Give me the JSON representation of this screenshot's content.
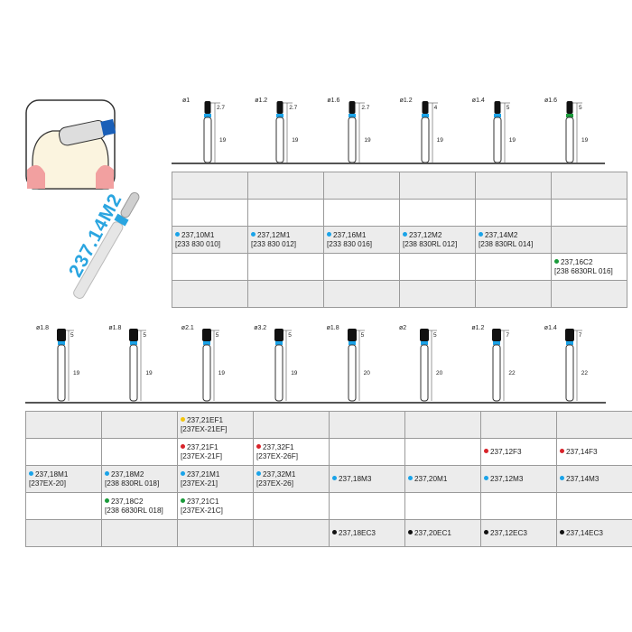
{
  "product_label": "237.14M2",
  "colors": {
    "blue": "#1aa3e8",
    "green": "#1a9a3a",
    "red": "#d8232a",
    "black": "#111111",
    "yellow": "#f2c40f",
    "grid": "#9a9a9a",
    "shade": "#ececec"
  },
  "top_burs": [
    {
      "diam": "ø1",
      "head": "2.7",
      "len": "19",
      "band": "blue"
    },
    {
      "diam": "ø1.2",
      "head": "2.7",
      "len": "19",
      "band": "blue"
    },
    {
      "diam": "ø1.6",
      "head": "2.7",
      "len": "19",
      "band": "blue"
    },
    {
      "diam": "ø1.2",
      "head": "4",
      "len": "19",
      "band": "blue"
    },
    {
      "diam": "ø1.4",
      "head": "5",
      "len": "19",
      "band": "blue"
    },
    {
      "diam": "ø1.6",
      "head": "5",
      "len": "19",
      "band": "green"
    }
  ],
  "top_table": [
    [
      null,
      null,
      null,
      null,
      null,
      null
    ],
    [
      null,
      null,
      null,
      null,
      null,
      null
    ],
    [
      {
        "code": "237,10M1",
        "ref": "[233 830 010]",
        "dot": "blue"
      },
      {
        "code": "237,12M1",
        "ref": "[233 830 012]",
        "dot": "blue"
      },
      {
        "code": "237,16M1",
        "ref": "[233 830 016]",
        "dot": "blue"
      },
      {
        "code": "237,12M2",
        "ref": "[238 830RL 012]",
        "dot": "blue"
      },
      {
        "code": "237,14M2",
        "ref": "[238 830RL 014]",
        "dot": "blue"
      },
      null
    ],
    [
      null,
      null,
      null,
      null,
      null,
      {
        "code": "237,16C2",
        "ref": "[238 6830RL 016]",
        "dot": "green"
      }
    ],
    [
      null,
      null,
      null,
      null,
      null,
      null
    ]
  ],
  "bottom_burs": [
    {
      "diam": "ø1.8",
      "head": "5",
      "len": "19",
      "band": "blue"
    },
    {
      "diam": "ø1.8",
      "head": "5",
      "len": "19",
      "band": "blue"
    },
    {
      "diam": "ø2.1",
      "head": "5",
      "len": "19",
      "band": "blue"
    },
    {
      "diam": "ø3.2",
      "head": "5",
      "len": "19",
      "band": "blue"
    },
    {
      "diam": "ø1.8",
      "head": "5",
      "len": "20",
      "band": "blue"
    },
    {
      "diam": "ø2",
      "head": "5",
      "len": "20",
      "band": "blue"
    },
    {
      "diam": "ø1.2",
      "head": "7",
      "len": "22",
      "band": "blue"
    },
    {
      "diam": "ø1.4",
      "head": "7",
      "len": "22",
      "band": "blue"
    }
  ],
  "bottom_table": [
    [
      null,
      null,
      {
        "code": "237,21EF1",
        "ref": "[237EX-21EF]",
        "dot": "yellow"
      },
      null,
      null,
      null,
      null,
      null
    ],
    [
      null,
      null,
      {
        "code": "237,21F1",
        "ref": "[237EX-21F]",
        "dot": "red"
      },
      {
        "code": "237,32F1",
        "ref": "[237EX-26F]",
        "dot": "red"
      },
      null,
      null,
      {
        "code": "237,12F3",
        "ref": "",
        "dot": "red"
      },
      {
        "code": "237,14F3",
        "ref": "",
        "dot": "red"
      }
    ],
    [
      {
        "code": "237,18M1",
        "ref": "[237EX-20]",
        "dot": "blue"
      },
      {
        "code": "237,18M2",
        "ref": "[238 830RL 018]",
        "dot": "blue"
      },
      {
        "code": "237,21M1",
        "ref": "[237EX-21]",
        "dot": "blue"
      },
      {
        "code": "237,32M1",
        "ref": "[237EX-26]",
        "dot": "blue"
      },
      {
        "code": "237,18M3",
        "ref": "",
        "dot": "blue"
      },
      {
        "code": "237,20M1",
        "ref": "",
        "dot": "blue"
      },
      {
        "code": "237,12M3",
        "ref": "",
        "dot": "blue"
      },
      {
        "code": "237,14M3",
        "ref": "",
        "dot": "blue"
      }
    ],
    [
      null,
      {
        "code": "237,18C2",
        "ref": "[238 6830RL 018]",
        "dot": "green"
      },
      {
        "code": "237,21C1",
        "ref": "[237EX-21C]",
        "dot": "green"
      },
      null,
      null,
      null,
      null,
      null
    ],
    [
      null,
      null,
      null,
      null,
      {
        "code": "237,18EC3",
        "ref": "",
        "dot": "black"
      },
      {
        "code": "237,20EC1",
        "ref": "",
        "dot": "black"
      },
      {
        "code": "237,12EC3",
        "ref": "",
        "dot": "black"
      },
      {
        "code": "237,14EC3",
        "ref": "",
        "dot": "black"
      }
    ]
  ]
}
